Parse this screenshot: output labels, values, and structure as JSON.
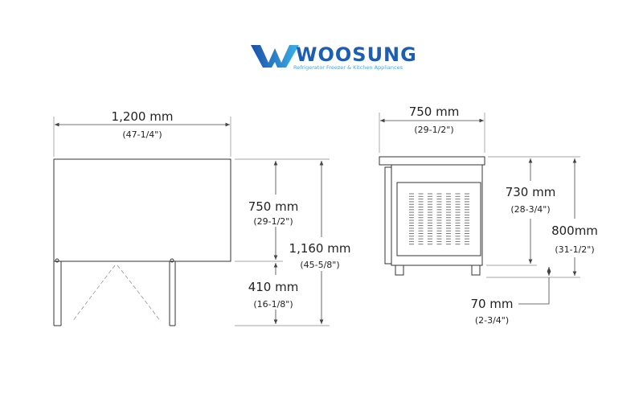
{
  "brand": {
    "name": "WOOSUNG",
    "tagline": "Refrigerator Freezer & Kitchen Appliances",
    "color": "#1a5fb4",
    "accent": "#37a9e6"
  },
  "front_view": {
    "width": {
      "mm": "1,200 mm",
      "inch": "(47-1/4\")"
    },
    "top_height": {
      "mm": "750 mm",
      "inch": "(29-1/2\")"
    },
    "total_height": {
      "mm": "1,160 mm",
      "inch": "(45-5/8\")"
    },
    "lower_height": {
      "mm": "410 mm",
      "inch": "(16-1/8\")"
    }
  },
  "side_view": {
    "depth": {
      "mm": "750 mm",
      "inch": "(29-1/2\")"
    },
    "body_height": {
      "mm": "730 mm",
      "inch": "(28-3/4\")"
    },
    "total_height": {
      "mm": "800mm",
      "inch": "(31-1/2\")"
    },
    "leg_height": {
      "mm": "70 mm",
      "inch": "(2-3/4\")"
    }
  }
}
